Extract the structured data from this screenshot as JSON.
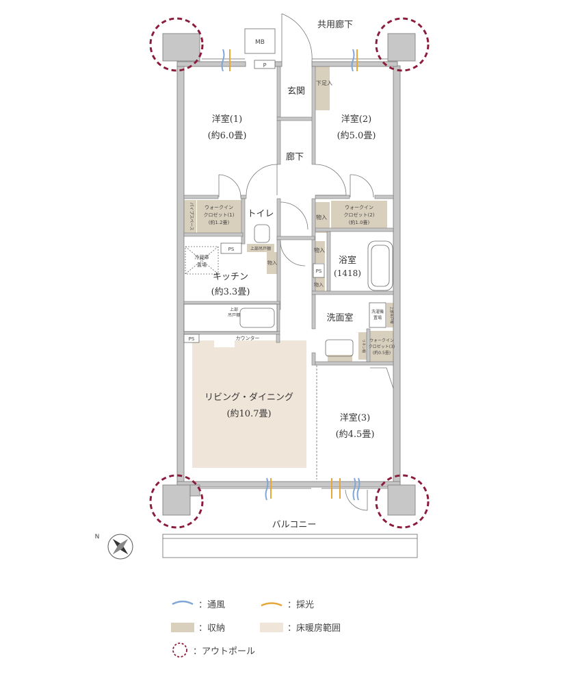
{
  "labels": {
    "corridor": "共用廊下",
    "balcony": "バルコニー",
    "mb": "MB",
    "p": "P",
    "entrance": "玄関",
    "shoe": "下足入",
    "hall": "廊下",
    "room1_name": "洋室(1)",
    "room1_size": "(約6.0畳)",
    "room2_name": "洋室(2)",
    "room2_size": "(約5.0畳)",
    "room3_name": "洋室(3)",
    "room3_size": "(約4.5畳)",
    "wic1_l1": "ウォークイン",
    "wic1_l2": "クロゼット(1)",
    "wic1_l3": "(約1.2畳)",
    "pipe": "パイプスペース",
    "wic2_l1": "ウォークイン",
    "wic2_l2": "クロゼット(2)",
    "wic2_l3": "(約1.0畳)",
    "wic3_l1": "ウォークイン",
    "wic3_l2": "クロゼット(3)",
    "wic3_l3": "(約0.5畳)",
    "toilet": "トイレ",
    "storage": "物入",
    "upper_cab": "上部吊戸棚",
    "ps": "PS",
    "fridge_l1": "冷蔵庫",
    "fridge_l2": "置場",
    "kitchen_name": "キッチン",
    "kitchen_size": "(約3.3畳)",
    "upper_cab2_l1": "上部",
    "upper_cab2_l2": "吊戸棚",
    "counter": "カウンター",
    "bath_name": "浴室",
    "bath_size": "(1418)",
    "washroom": "洗面室",
    "washer_l1": "洗濯機",
    "washer_l2": "置場",
    "upper_cab3": "上部吊戸棚",
    "linen": "リネン棚",
    "ldk_name": "リビング・ダイニング",
    "ldk_size": "(約10.7畳)",
    "north": "N"
  },
  "legend": {
    "ventilation": "：通風",
    "daylight": "：採光",
    "storage": "：収納",
    "floor_heating": "：床暖房範囲",
    "outpole": "：アウトポール"
  },
  "colors": {
    "storage": "#d9cfbd",
    "floor_heating": "#f0e5d9",
    "outpole": "#8c1c3c",
    "ventilation": "#7fa6d6",
    "daylight": "#e6a83a",
    "wall": "#c7c7c7"
  }
}
